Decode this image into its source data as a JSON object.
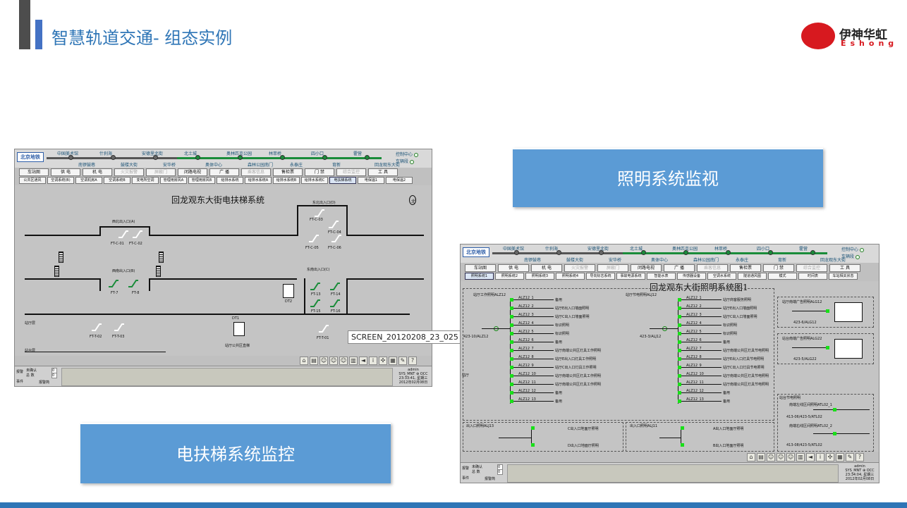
{
  "slide": {
    "title": "智慧轨道交通- 组态实例",
    "logo_cn": "伊神华虹",
    "logo_en": "Eshong",
    "caption_lighting": "照明系统监视",
    "caption_escalator": "电扶梯系统监控",
    "tooltip": "SCREEN_20120208_23_025"
  },
  "metro": {
    "logo": "北京地铁",
    "stations_top": [
      "中国美术馆",
      "什刹海",
      "安德里北街",
      "北土城",
      "奥林匹克公园",
      "林萃桥",
      "四小口",
      "霍营"
    ],
    "stations_bottom": [
      "南锣鼓巷",
      "鼓楼大街",
      "安华桥",
      "奥体中心",
      "森林公园南门",
      "永泰庄",
      "育新",
      "回龙观东大街"
    ],
    "right": [
      "控制中心",
      "车辆段"
    ]
  },
  "menu1": [
    "车站图",
    "供 电",
    "机 电",
    "火灾报警",
    "屏蔽门",
    "闭路电视",
    "广 播",
    "乘客信息",
    "售检票",
    "门 禁",
    "综合监控",
    "工 具"
  ],
  "menu1_disabled": [
    3,
    4,
    7,
    10
  ],
  "menu2_s1": [
    "公共区通风",
    "空调系统(B)",
    "空调机房A",
    "空调系统B",
    "变电所空调",
    "管理用房风A",
    "管理用房风B",
    "给排水系统",
    "给排水系统A",
    "给排水系统B",
    "给排水系统C",
    "电扶梯系统",
    "电保温1",
    "电保温2"
  ],
  "menu2_s2": [
    "照明系统1",
    "照明系统2",
    "照明系统3",
    "照明系统4",
    "导向标志系统",
    "事故电源系统",
    "智能水表",
    "传感器设备",
    "空调水系统",
    "隧道通风图",
    "模式",
    "时间表",
    "车站相关状态"
  ],
  "escalator": {
    "title": "回龙观东大街电扶梯系统",
    "north": "北",
    "entrances": [
      "西北出入口(A)",
      "西南出入口(B)",
      "东北出入口(D)",
      "东南出入口(C)"
    ],
    "labels": [
      "FT-C-01",
      "FT-C-02",
      "FT-7",
      "FT-8",
      "FT-C-03",
      "FT-C-04",
      "FT-C-05",
      "FT-C-06",
      "FT-13",
      "FT-14",
      "FT-15",
      "FT-16",
      "FT-T-02",
      "FT-T-03",
      "FT-T-01",
      "DT1",
      "DT2"
    ],
    "hall": "站厅层",
    "platform": "站台层",
    "elevator": "站厅公共区直梯",
    "dt": "DT1"
  },
  "lighting": {
    "title": "回龙观东大街照明系统图1",
    "panel1": "站厅工作照明ALZ12",
    "panel2": "站厅节电照明ALJ12",
    "feed1": "423-10/ALZ12",
    "feed2": "423-3/ALJ12",
    "breakers_left": [
      "ALZ12_1",
      "ALZ12_2",
      "ALZ12_3",
      "ALZ12_4",
      "ALZ12_5",
      "ALZ12_6",
      "ALZ12_7",
      "ALZ12_8",
      "ALZ12_9",
      "ALZ12_10",
      "ALZ12_11",
      "ALZ12_12",
      "ALZ12_13"
    ],
    "loads_left": [
      "备用",
      "站厅E出入口墙面照明",
      "站厅C出入口墙面照明",
      "标识照明",
      "标识照明",
      "备用",
      "站厅南端公共区灯具工作照明",
      "站厅E出入口灯具工作照明",
      "站厅C出入口灯具工作照明",
      "站厅南端公共区灯具工作照明",
      "站厅南端公共区灯具工作照明",
      "备用",
      "备用"
    ],
    "loads_right": [
      "站厅商客服务照明",
      "站厅E出入口墙面照明",
      "站厅C出入口墙面照明",
      "标识照明",
      "标识照明",
      "备用",
      "站厅南端公共区灯具节电照明",
      "站厅E出入口灯具节电照明",
      "站厅C出入口灯具节电照明",
      "站厅南端公共区灯具节电照明",
      "站厅南端公共区灯具节电照明",
      "备用",
      "备用"
    ],
    "right1": "站厅南端广告照明ALG12",
    "right1_feed": "423-6/ALG12",
    "right2": "站台南端广告照明ALG22",
    "right2_feed": "423-5/ALG22",
    "right3": "站台节电照明",
    "right3_a": "南端左线区间照明ATL02_1",
    "right3_b": "南端右线区间照明ATL02_2",
    "right3_feed_a": "413-06/423-5/ATL02",
    "right3_feed_b": "413-08/423-5/ATL02",
    "bottom1": "出入口照明ALJ13",
    "bottom2": "出入口照明ALJ11",
    "bottom1_loads": [
      "C出入口地面厅照明",
      "D出入口地面厅照明"
    ],
    "bottom2_loads": [
      "A出入口地面厅照明",
      "B出入口地面厅照明"
    ],
    "hall": "站厅"
  },
  "status": {
    "alarm": "报警",
    "event": "事件",
    "unconfirmed": "未确认",
    "total": "总 数",
    "value": "0",
    "alarm_list": "报警简",
    "user": "admin",
    "role": "SYS_MNT ⊕ OCC",
    "time1": "23:33:41, 星期三",
    "time2": "23:34:04, 星期三",
    "date": "2012年02月08日"
  }
}
